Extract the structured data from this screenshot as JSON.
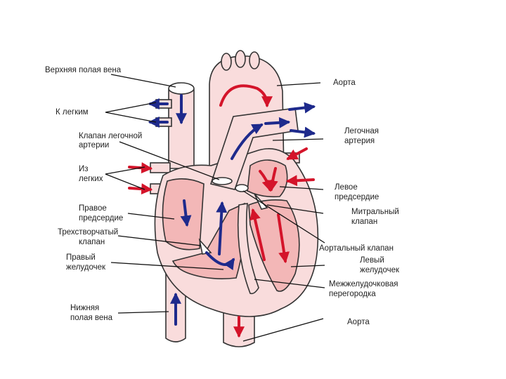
{
  "labels": {
    "svc": "Верхняя полая вена",
    "to_lungs": "К легким",
    "pulm_valve_1": "Клапан легочной",
    "pulm_valve_2": "артерии",
    "from_lungs_1": "Из",
    "from_lungs_2": "легких",
    "right_atrium_1": "Правое",
    "right_atrium_2": "предсердие",
    "tricuspid_1": "Трехстворчатый",
    "tricuspid_2": "клапан",
    "right_ventricle_1": "Правый",
    "right_ventricle_2": "желудочек",
    "ivc_1": "Нижняя",
    "ivc_2": "полая вена",
    "aorta_top": "Аорта",
    "pulm_artery_1": "Легочная",
    "pulm_artery_2": "артерия",
    "left_atrium_1": "Левое",
    "left_atrium_2": "предсердие",
    "mitral_1": "Митральный",
    "mitral_2": "клапан",
    "aortic_valve": "Аортальный клапан",
    "left_ventricle_1": "Левый",
    "left_ventricle_2": "желудочек",
    "septum_1": "Межжелудочковая",
    "septum_2": "перегородка",
    "aorta_bottom": "Аорта"
  },
  "colors": {
    "tissue": "#f9dcdc",
    "chamber": "#f3b7b7",
    "outline": "#333333",
    "oxygenated": "#d4142a",
    "deoxygenated": "#1e2a8c"
  }
}
